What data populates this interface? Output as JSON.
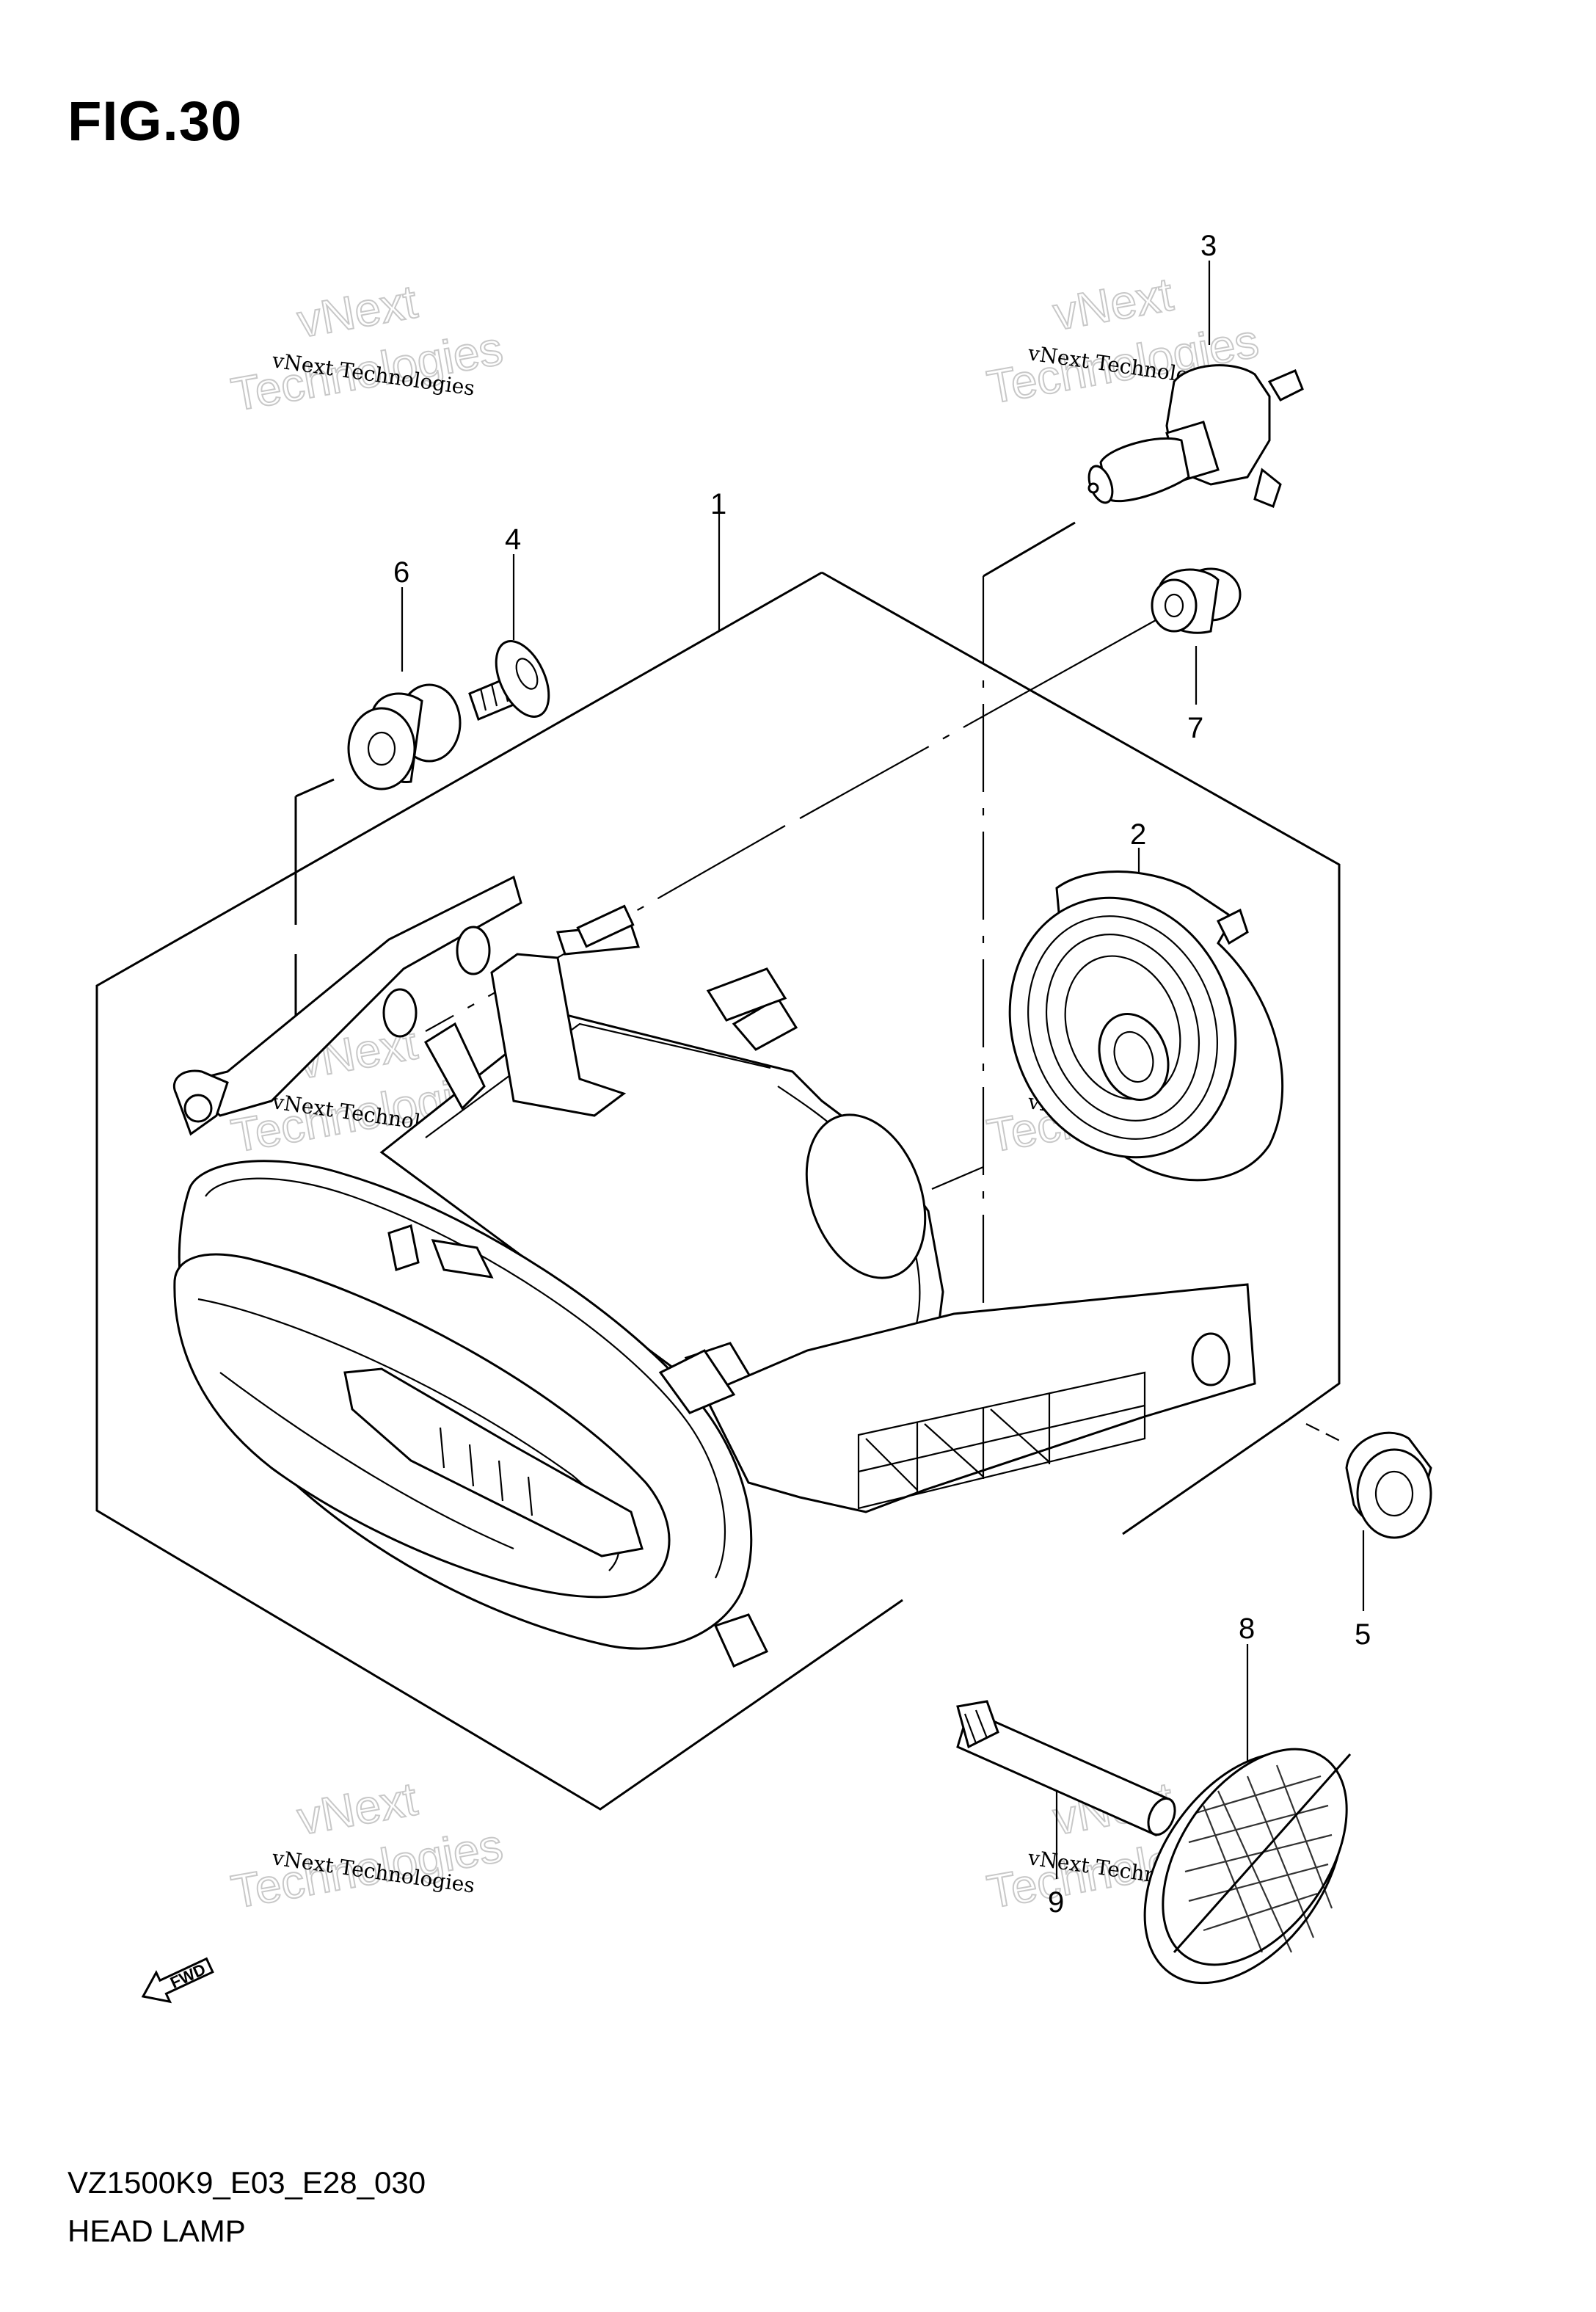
{
  "figure": {
    "title": "FIG.30",
    "code": "VZ1500K9_E03_E28_030",
    "name": "HEAD LAMP"
  },
  "callouts": [
    "1",
    "2",
    "3",
    "4",
    "5",
    "6",
    "7",
    "8",
    "9"
  ],
  "watermark": {
    "line_small": "vNext Technologies",
    "line_big": "Technologies",
    "line_tag": "vNext"
  },
  "direction_marker": "FWD"
}
